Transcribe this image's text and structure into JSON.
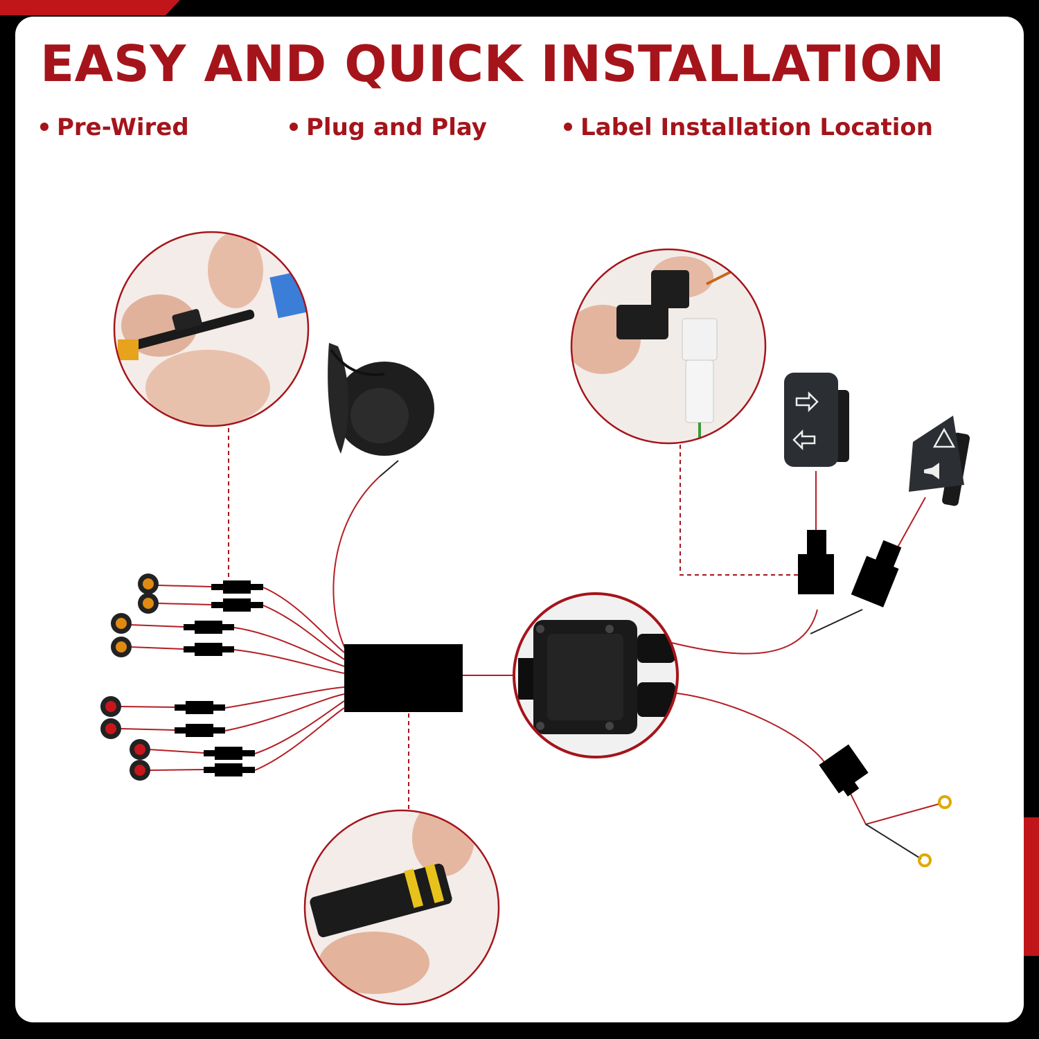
{
  "heading": "EASY AND QUICK INSTALLATION",
  "features": [
    "Pre-Wired",
    "Plug and Play",
    "Label Installation Location"
  ],
  "colors": {
    "brand_red": "#a5141b",
    "accent_red": "#c0161a",
    "wire_red": "#b41e24",
    "dash_red": "#a5141b",
    "amber_light": "#e08a12",
    "red_light": "#c8161c",
    "ring_terminal": "#e0a800"
  },
  "components": {
    "horn": "horn-icon",
    "control_box": "control-box-icon",
    "junction_box": "junction-box-icon",
    "turn_signal_switch": "turn-arrows-icon",
    "hazard_horn_switch": "hazard-horn-icon",
    "amber_light_count": 4,
    "red_light_count": 4,
    "ring_terminal_count": 2
  }
}
